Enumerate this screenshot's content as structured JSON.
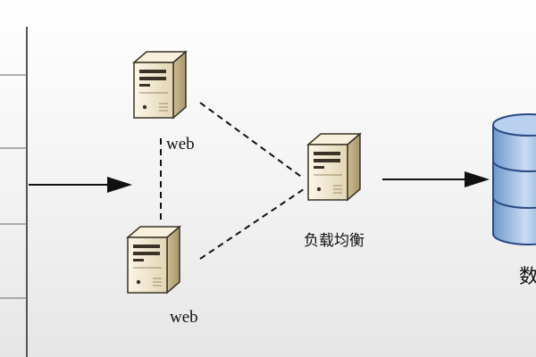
{
  "nodes": {
    "web_server_top": {
      "label": "web",
      "icon": "server-icon"
    },
    "web_server_bottom": {
      "label": "web",
      "icon": "server-icon"
    },
    "load_balancer": {
      "label": "负载均衡",
      "icon": "server-icon"
    },
    "database": {
      "label": "数",
      "icon": "database-icon"
    }
  },
  "colors": {
    "server_body": "#efe4c8",
    "server_side": "#c6b48a",
    "server_dark": "#3a3325",
    "database_fill": "#9bbbe2",
    "database_stroke": "#2a4a82",
    "line": "#111111"
  }
}
